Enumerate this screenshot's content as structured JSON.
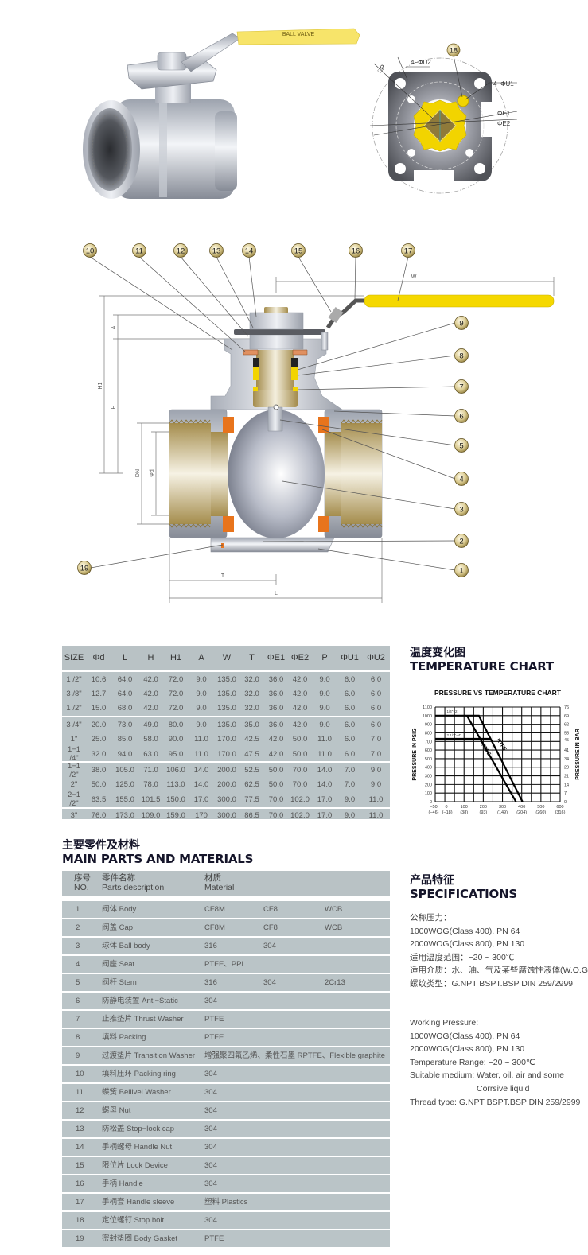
{
  "photo": {
    "handle_text": "BALL VALVE"
  },
  "flange": {
    "callout": "18",
    "label_u2": "4−ΦU2",
    "label_u1": "4−ΦU1",
    "label_e1": "ΦE1",
    "label_e2": "ΦE2",
    "label_p": "□P"
  },
  "section": {
    "callouts": [
      "1",
      "2",
      "3",
      "4",
      "5",
      "6",
      "7",
      "8",
      "9",
      "10",
      "11",
      "12",
      "13",
      "14",
      "15",
      "16",
      "17",
      "18",
      "19"
    ],
    "dims": {
      "w": "W",
      "a": "A",
      "h1": "H1",
      "h": "H",
      "dn": "DN",
      "d": "Φd",
      "t": "T",
      "l": "L"
    }
  },
  "dimension_table": {
    "headers": [
      "SIZE",
      "Φd",
      "L",
      "H",
      "H1",
      "A",
      "W",
      "T",
      "ΦE1",
      "ΦE2",
      "P",
      "ΦU1",
      "ΦU2"
    ],
    "rows": [
      [
        "1 /2\"",
        "10.6",
        "64.0",
        "42.0",
        "72.0",
        "9.0",
        "135.0",
        "32.0",
        "36.0",
        "42.0",
        "9.0",
        "6.0",
        "6.0"
      ],
      [
        "3 /8\"",
        "12.7",
        "64.0",
        "42.0",
        "72.0",
        "9.0",
        "135.0",
        "32.0",
        "36.0",
        "42.0",
        "9.0",
        "6.0",
        "6.0"
      ],
      [
        "1 /2\"",
        "15.0",
        "68.0",
        "42.0",
        "72.0",
        "9.0",
        "135.0",
        "32.0",
        "36.0",
        "42.0",
        "9.0",
        "6.0",
        "6.0"
      ],
      [
        "3 /4\"",
        "20.0",
        "73.0",
        "49.0",
        "80.0",
        "9.0",
        "135.0",
        "35.0",
        "36.0",
        "42.0",
        "9.0",
        "6.0",
        "6.0"
      ],
      [
        "1\"",
        "25.0",
        "85.0",
        "58.0",
        "90.0",
        "11.0",
        "170.0",
        "42.5",
        "42.0",
        "50.0",
        "11.0",
        "6.0",
        "7.0"
      ],
      [
        "1−1 /4\"",
        "32.0",
        "94.0",
        "63.0",
        "95.0",
        "11.0",
        "170.0",
        "47.5",
        "42.0",
        "50.0",
        "11.0",
        "6.0",
        "7.0"
      ],
      [
        "1−1 /2\"",
        "38.0",
        "105.0",
        "71.0",
        "106.0",
        "14.0",
        "200.0",
        "52.5",
        "50.0",
        "70.0",
        "14.0",
        "7.0",
        "9.0"
      ],
      [
        "2\"",
        "50.0",
        "125.0",
        "78.0",
        "113.0",
        "14.0",
        "200.0",
        "62.5",
        "50.0",
        "70.0",
        "14.0",
        "7.0",
        "9.0"
      ],
      [
        "2−1 /2\"",
        "63.5",
        "155.0",
        "101.5",
        "150.0",
        "17.0",
        "300.0",
        "77.5",
        "70.0",
        "102.0",
        "17.0",
        "9.0",
        "11.0"
      ],
      [
        "3\"",
        "76.0",
        "173.0",
        "109.0",
        "159.0",
        "170",
        "300.0",
        "86.5",
        "70.0",
        "102.0",
        "17.0",
        "9.0",
        "11.0"
      ]
    ]
  },
  "temperature": {
    "title_cn": "温度变化图",
    "title_en": "TEMPERATURE CHART"
  },
  "chart_data": {
    "type": "line",
    "title": "PRESSURE VS TEMPERATURE CHART",
    "ylabel": "PRESSURE IN PSIG",
    "y2label": "PRESSURE IN BAR",
    "xlim": [
      -50,
      600
    ],
    "ylim": [
      0,
      1100
    ],
    "grid": true,
    "x_ticks": [
      {
        "v": -50,
        "label": "−50"
      },
      {
        "v": 0,
        "label": "0"
      },
      {
        "v": 100,
        "label": "100"
      },
      {
        "v": 200,
        "label": "200"
      },
      {
        "v": 300,
        "label": "300"
      },
      {
        "v": 400,
        "label": "400"
      },
      {
        "v": 500,
        "label": "500"
      },
      {
        "v": 600,
        "label": "600"
      }
    ],
    "x2_ticks": [
      {
        "v": -50,
        "label": "(−46)"
      },
      {
        "v": 0,
        "label": "(−18)"
      },
      {
        "v": 100,
        "label": "(38)"
      },
      {
        "v": 200,
        "label": "(93)"
      },
      {
        "v": 300,
        "label": "(149)"
      },
      {
        "v": 400,
        "label": "(204)"
      },
      {
        "v": 500,
        "label": "(260)"
      },
      {
        "v": 600,
        "label": "(316)"
      }
    ],
    "y_ticks": [
      0,
      100,
      200,
      300,
      400,
      500,
      600,
      700,
      800,
      900,
      1000,
      1100
    ],
    "y2_ticks": [
      {
        "v": 1100,
        "label": "76"
      },
      {
        "v": 1000,
        "label": "69"
      },
      {
        "v": 900,
        "label": "62"
      },
      {
        "v": 800,
        "label": "55"
      },
      {
        "v": 720,
        "label": "45"
      },
      {
        "v": 600,
        "label": "41"
      },
      {
        "v": 500,
        "label": "34"
      },
      {
        "v": 400,
        "label": "28"
      },
      {
        "v": 300,
        "label": "21"
      },
      {
        "v": 200,
        "label": "14"
      },
      {
        "v": 100,
        "label": "7"
      },
      {
        "v": 0,
        "label": "0"
      }
    ],
    "series": [
      {
        "name": "RTFE",
        "x": [
          -50,
          177,
          404
        ],
        "y": [
          1000,
          1000,
          0
        ]
      },
      {
        "name": "PTFE",
        "x": [
          115,
          370
        ],
        "y": [
          1000,
          0
        ]
      },
      {
        "name": "2 1/2\"−4\"",
        "x": [
          -50,
          239
        ],
        "y": [
          730,
          730
        ]
      }
    ],
    "annotations": [
      {
        "text": "1/4\"−2",
        "x": 10,
        "y": 1035
      },
      {
        "text": "2 1/2\"−4\"",
        "x": 10,
        "y": 760
      }
    ]
  },
  "parts": {
    "title_cn": "主要零件及材料",
    "title_en": "MAIN PARTS AND MATERIALS",
    "header": {
      "no_cn": "序号",
      "no_en": "NO.",
      "desc_cn": "零件名称",
      "desc_en": "Parts description",
      "mat_cn": "材质",
      "mat_en": "Material"
    },
    "rows": [
      [
        "1",
        "阀体 Body",
        "CF8M",
        "CF8",
        "WCB"
      ],
      [
        "2",
        "阀盖 Cap",
        "CF8M",
        "CF8",
        "WCB"
      ],
      [
        "3",
        "球体 Ball body",
        "316",
        "304",
        ""
      ],
      [
        "4",
        "阀座 Seat",
        "PTFE、PPL",
        "",
        ""
      ],
      [
        "5",
        "阀杆 Stem",
        "316",
        "304",
        "2Cr13"
      ],
      [
        "6",
        "防静电装置 Anti−Static",
        "304",
        "",
        ""
      ],
      [
        "7",
        "止推垫片 Thrust Washer",
        "PTFE",
        "",
        ""
      ],
      [
        "8",
        "填料 Packing",
        "PTFE",
        "",
        ""
      ],
      [
        "9",
        "过渡垫片 Transition Washer",
        "增强聚四氟乙烯、柔性石墨 RPTFE、Flexible graphite",
        "",
        ""
      ],
      [
        "10",
        "填料压环 Packing ring",
        "304",
        "",
        ""
      ],
      [
        "11",
        "蝶簧 Bellivel Washer",
        "304",
        "",
        ""
      ],
      [
        "12",
        "螺母 Nut",
        "304",
        "",
        ""
      ],
      [
        "13",
        "防松盖 Stop−lock cap",
        "304",
        "",
        ""
      ],
      [
        "14",
        "手柄螺母 Handle Nut",
        "304",
        "",
        ""
      ],
      [
        "15",
        "限位片 Lock Device",
        "304",
        "",
        ""
      ],
      [
        "16",
        "手柄 Handle",
        "304",
        "",
        ""
      ],
      [
        "17",
        "手柄套 Handle sleeve",
        "塑料 Plastics",
        "",
        ""
      ],
      [
        "18",
        "定位螺钉 Stop bolt",
        "304",
        "",
        ""
      ],
      [
        "19",
        "密封垫圈 Body Gasket",
        "PTFE",
        "",
        ""
      ]
    ]
  },
  "specifications": {
    "title_cn": "产品特征",
    "title_en": "SPECIFICATIONS",
    "cn_lines": [
      "公称压力：",
      "1000WOG(Class 400), PN 64",
      "2000WOG(Class 800), PN 130",
      "适用温度范围：−20 ~ 300℃",
      "适用介质：水、油、气及某些腐蚀性液体(W.O.G)",
      "螺纹类型：G.NPT BSPT.BSP DIN 259/2999"
    ],
    "en_lines": [
      "Working Pressure:",
      "1000WOG(Class 400), PN 64",
      "2000WOG(Class 800), PN 130",
      "Temperature Range: −20 ~ 300℃",
      "Suitable medium: Water, oil, air and some",
      "Corrsive liquid",
      "Thread type: G.NPT BSPT.BSP DIN 259/2999"
    ]
  },
  "colors": {
    "handle_yellow": "#f5d800",
    "table_gray": "#bac4c7",
    "seat_orange": "#e8741c",
    "heading": "#15152a"
  }
}
